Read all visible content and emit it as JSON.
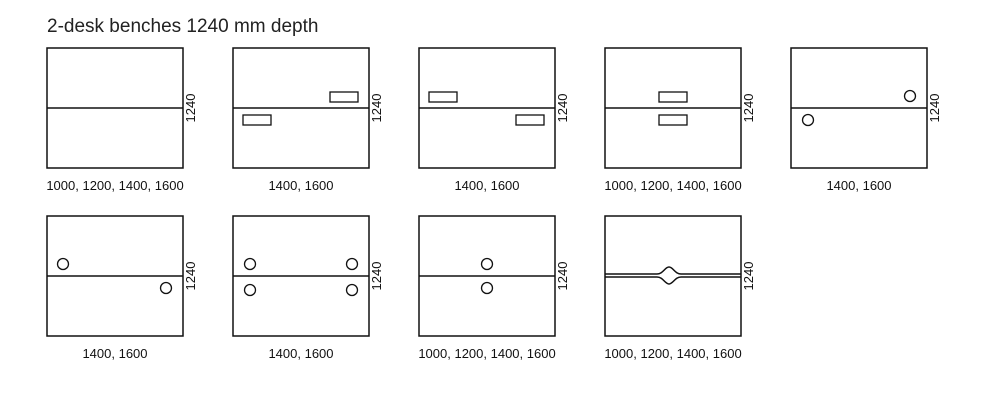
{
  "title": "2-desk benches 1240 mm depth",
  "depth_label": "1240",
  "panels": [
    {
      "name": "plain-split",
      "widths": "1000, 1200, 1400, 1600",
      "features": "none"
    },
    {
      "name": "tray-offset-a",
      "widths": "1400, 1600",
      "features": "rect-tr-bl"
    },
    {
      "name": "tray-offset-b",
      "widths": "1400, 1600",
      "features": "rect-tl-br"
    },
    {
      "name": "tray-center",
      "widths": "1000, 1200, 1400, 1600",
      "features": "rect-center"
    },
    {
      "name": "grommet-offset-a",
      "widths": "1400, 1600",
      "features": "circle-tr-bl"
    },
    {
      "name": "grommet-offset-b",
      "widths": "1400, 1600",
      "features": "circle-tl-br"
    },
    {
      "name": "grommet-four",
      "widths": "1400, 1600",
      "features": "circle-four"
    },
    {
      "name": "grommet-center",
      "widths": "1000, 1200, 1400, 1600",
      "features": "circle-center"
    },
    {
      "name": "cable-pass-center",
      "widths": "1000, 1200, 1400, 1600",
      "features": "bump"
    }
  ],
  "colors": {
    "stroke": "#111111"
  }
}
